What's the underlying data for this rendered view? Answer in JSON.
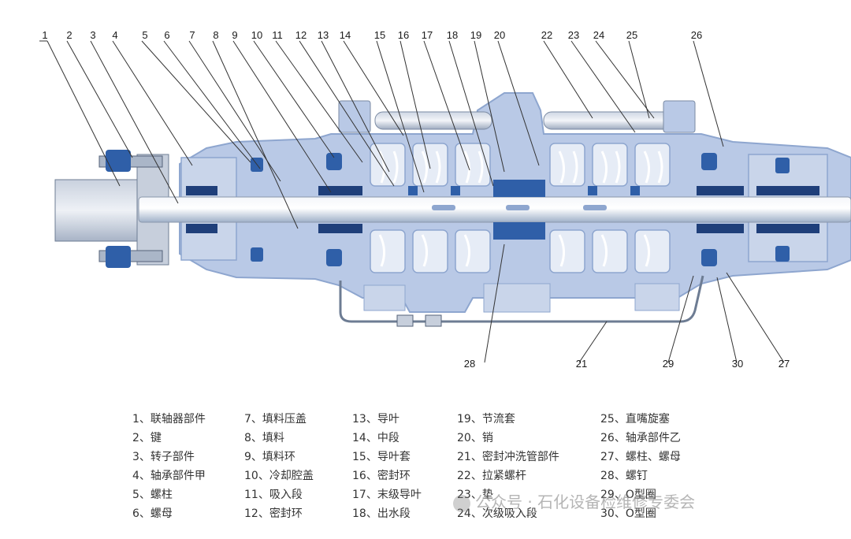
{
  "callouts_top": [
    "1",
    "2",
    "3",
    "4",
    "5",
    "6",
    "7",
    "8",
    "9",
    "10",
    "11",
    "12",
    "13",
    "14",
    "15",
    "16",
    "17",
    "18",
    "19",
    "20",
    "22",
    "23",
    "24",
    "25",
    "26"
  ],
  "callouts_bottom": [
    "28",
    "21",
    "29",
    "30",
    "27"
  ],
  "legend": [
    [
      "1、联轴器部件",
      "2、键",
      "3、转子部件",
      "4、轴承部件甲",
      "5、螺柱",
      "6、螺母"
    ],
    [
      "7、填料压盖",
      "8、填料",
      "9、填料环",
      "10、冷却腔盖",
      "11、吸入段",
      "12、密封环"
    ],
    [
      "13、导叶",
      "14、中段",
      "15、导叶套",
      "16、密封环",
      "17、末级导叶",
      "18、出水段"
    ],
    [
      "19、节流套",
      "20、销",
      "21、密封冲洗管部件",
      "22、拉紧螺杆",
      "23、垫",
      "24、次级吸入段"
    ],
    [
      "25、直嘴旋塞",
      "26、轴承部件乙",
      "27、螺柱、螺母",
      "28、螺钉",
      "29、O型圈",
      "30、O型圈"
    ]
  ],
  "watermark": "公众号 · 石化设备检维修专委会",
  "colors": {
    "casing": "#b9c9e6",
    "casing_dark": "#8ea6cf",
    "shaft": "#d6dce6",
    "seal": "#2f5fa8",
    "packing": "#1f3f7a",
    "line": "#333333"
  }
}
